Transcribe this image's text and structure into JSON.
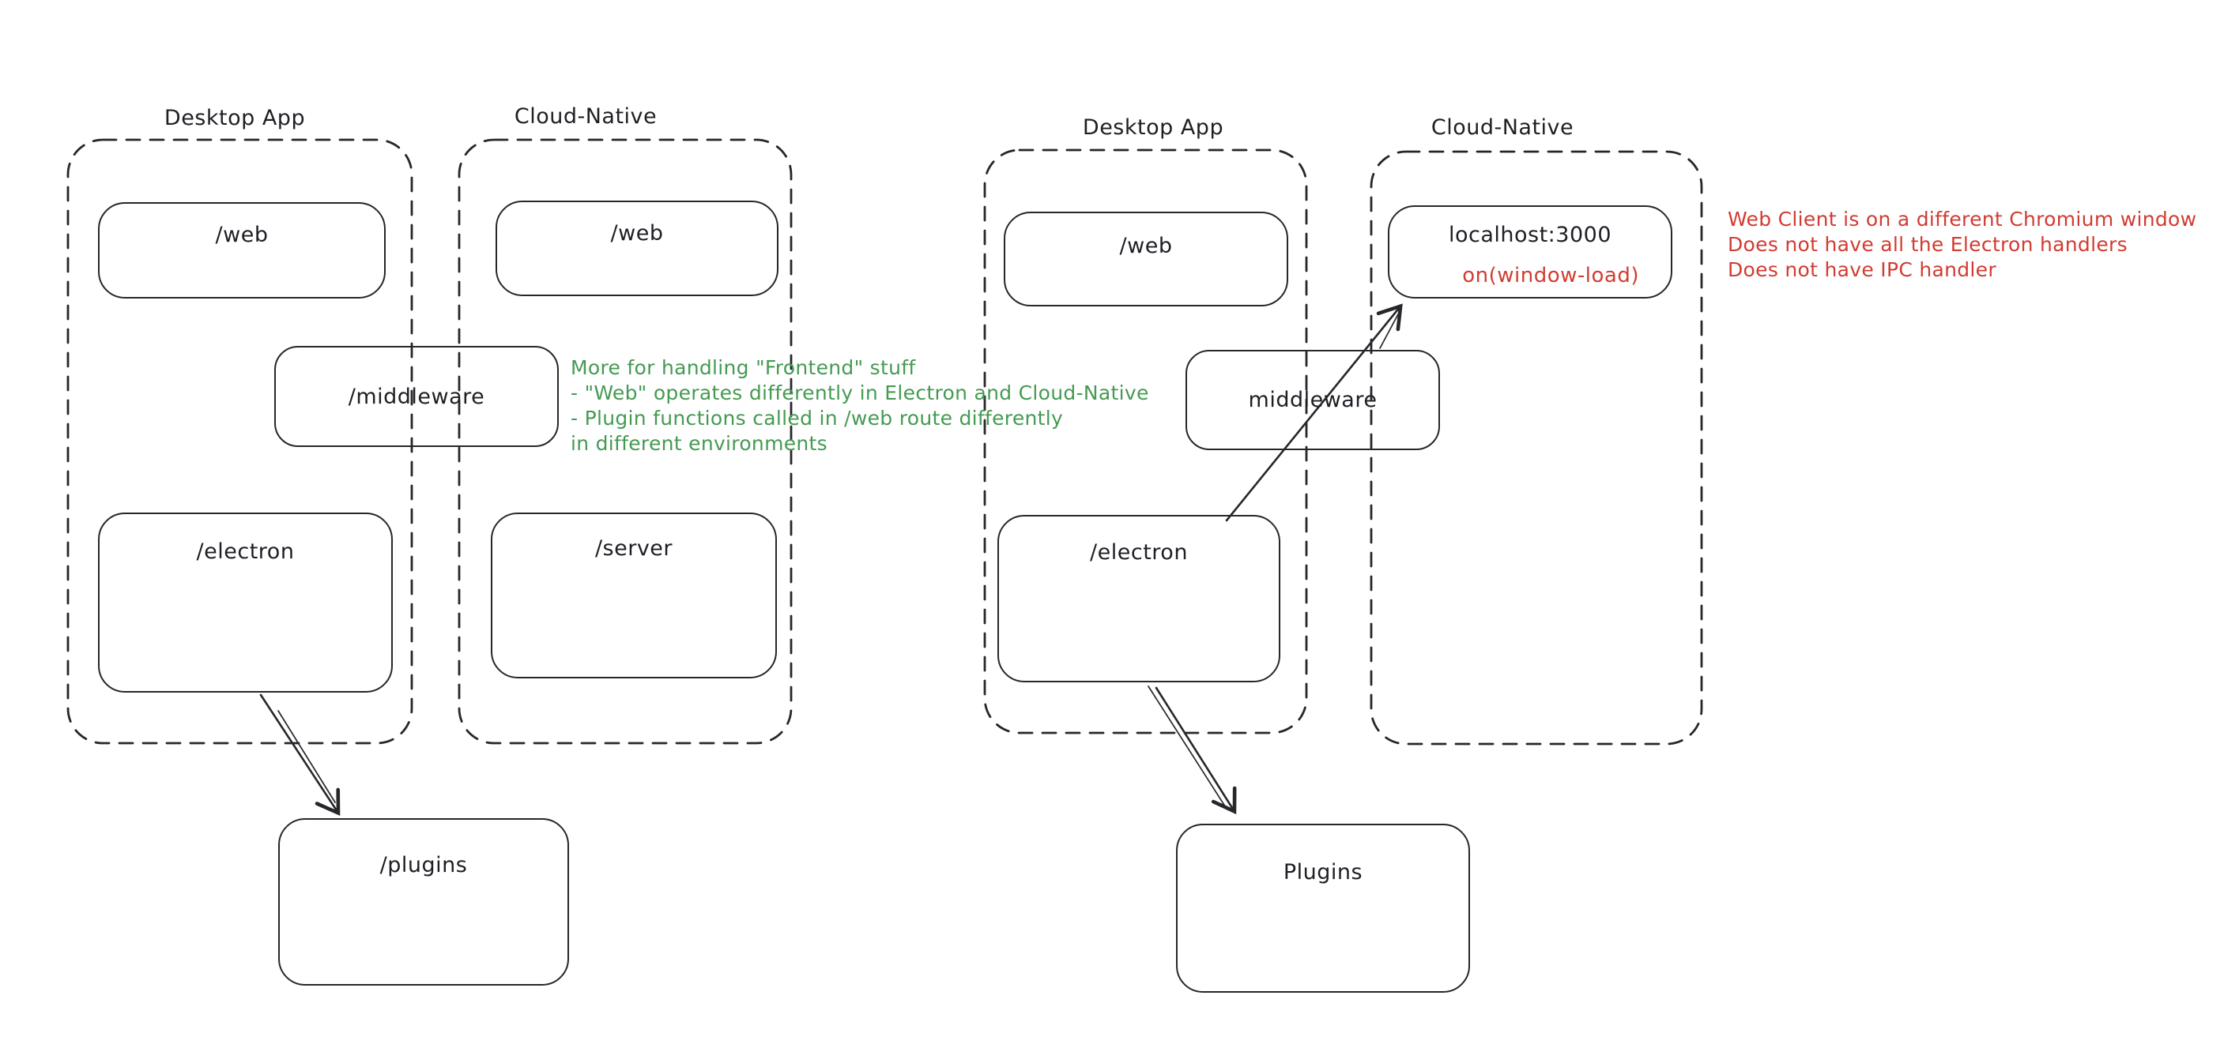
{
  "colors": {
    "stroke": "#26262b",
    "red": "#d13c32",
    "green": "#459a52",
    "background": "#ffffff"
  },
  "left_diagram": {
    "desktop_group": {
      "label": "Desktop App"
    },
    "cloud_group": {
      "label": "Cloud-Native"
    },
    "web_desktop": {
      "label": "/web"
    },
    "web_cloud": {
      "label": "/web"
    },
    "middleware": {
      "label": "/middleware"
    },
    "electron": {
      "label": "/electron"
    },
    "server": {
      "label": "/server"
    },
    "plugins": {
      "label": "/plugins"
    }
  },
  "right_diagram": {
    "desktop_group": {
      "label": "Desktop App"
    },
    "cloud_group": {
      "label": "Cloud-Native"
    },
    "web_desktop": {
      "label": "/web"
    },
    "localhost_box": {
      "label": "localhost:3000",
      "sub_label": "on(window-load)"
    },
    "middleware": {
      "label": "middleware"
    },
    "electron": {
      "label": "/electron"
    },
    "plugins": {
      "label": "Plugins"
    }
  },
  "annotations": {
    "green_note": {
      "lines": [
        "More for handling \"Frontend\" stuff",
        "- \"Web\" operates differently in Electron and Cloud-Native",
        "- Plugin functions called in /web route differently",
        "in different environments"
      ]
    },
    "red_note": {
      "lines": [
        "Web Client is on a different Chromium window",
        "Does not have all the Electron handlers",
        "Does not have IPC handler"
      ]
    }
  }
}
